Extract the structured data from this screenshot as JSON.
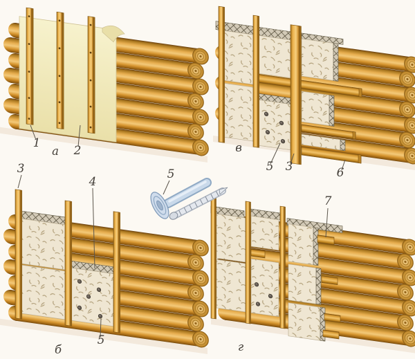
{
  "illustration": {
    "panels": {
      "a": {
        "letter": "а",
        "callouts": {
          "batten": "1",
          "membrane": "2"
        }
      },
      "v": {
        "letter": "в",
        "callouts": {
          "dowel": "5",
          "batten": "3",
          "rail": "6"
        }
      },
      "b": {
        "letter": "б",
        "callouts": {
          "batten": "3",
          "insulation_edge": "4",
          "dowel": "5"
        }
      },
      "g": {
        "letter": "г",
        "callouts": {
          "spacer_block": "7"
        }
      }
    },
    "fastener": {
      "callout": "5"
    },
    "colors": {
      "background": "#fcf9f3",
      "log_highlight": "#f3c979",
      "log_shadow": "#6b4110",
      "batten": "#eab04a",
      "membrane": "#f5efc5",
      "insulation": "#efe6d2",
      "cut_edge_hatch": "#57503c",
      "fastener_blue": "#cfdcec",
      "label_text": "#45403a"
    }
  }
}
